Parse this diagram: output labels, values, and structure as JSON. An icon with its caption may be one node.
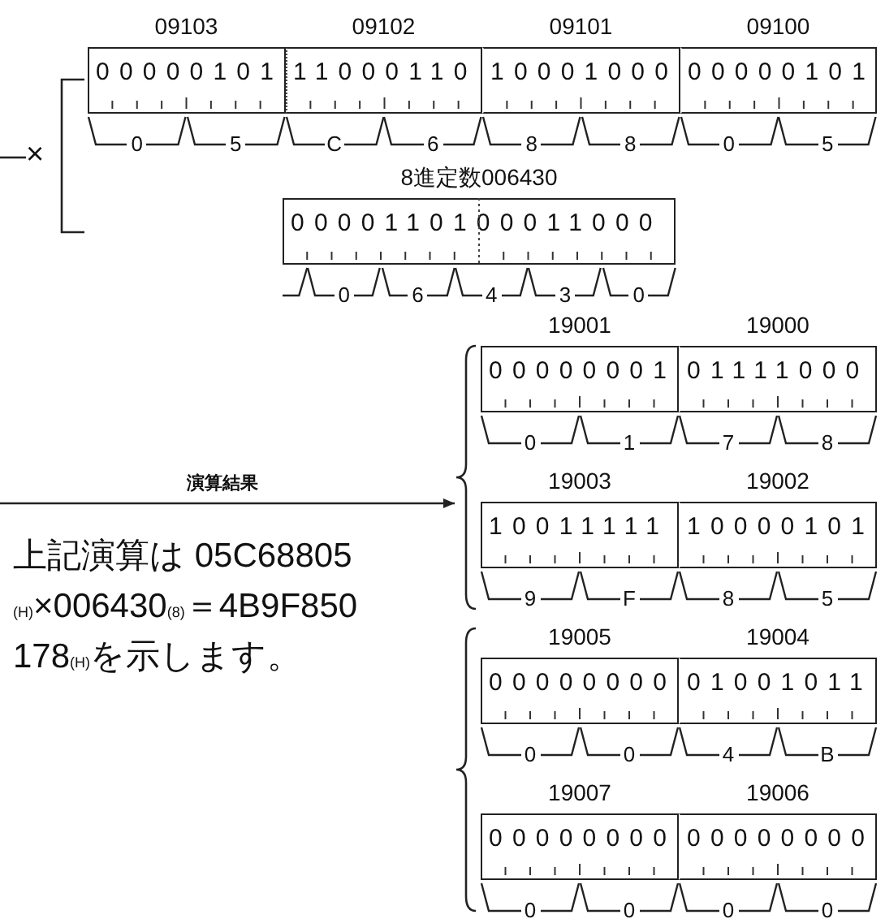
{
  "diagram": {
    "nodes": [
      {
        "text": [
          "09103",
          "00000101"
        ],
        "beside": [
          "0",
          "5"
        ]
      },
      {
        "text": [
          "09102",
          "11000110"
        ],
        "beside": [
          "C",
          "6"
        ]
      },
      {
        "text": [
          "09101",
          "10001000"
        ],
        "beside": [
          "8",
          "8"
        ]
      },
      {
        "text": [
          "09100",
          "00000101"
        ],
        "beside": [
          "0",
          "5"
        ]
      },
      {
        "text": [
          "8進定数006430",
          "0000110100011000"
        ],
        "beside": [
          "0",
          "6",
          "4",
          "3",
          "0"
        ]
      },
      {
        "text": [],
        "shape": "brace"
      },
      {
        "text": [],
        "shape": "brace"
      },
      {
        "text": [
          "19001",
          "00000001"
        ],
        "beside": [
          "0",
          "1"
        ]
      },
      {
        "text": [
          "19000",
          "01111000"
        ],
        "beside": [
          "7",
          "8"
        ]
      },
      {
        "text": [
          "19003",
          "10011111"
        ],
        "beside": [
          "9",
          "F"
        ]
      },
      {
        "text": [
          "19002",
          "10000101"
        ],
        "beside": [
          "8",
          "5"
        ]
      },
      {
        "text": [
          "19005",
          "00000000"
        ],
        "beside": [
          "0",
          "0"
        ]
      },
      {
        "text": [
          "19004",
          "01001011"
        ],
        "beside": [
          "4",
          "B"
        ]
      },
      {
        "text": [
          "19007",
          "00000000"
        ],
        "beside": [
          "0",
          "0"
        ]
      },
      {
        "text": [
          "19006",
          "00000000"
        ],
        "beside": [
          "0",
          "0"
        ]
      }
    ],
    "edges": [
      {
        "from": null,
        "to": 5,
        "arrow": "to",
        "label": "演算結果"
      }
    ],
    "labels": [
      "×",
      "上記演算は 05C68805$_{(H)}$×006430$_{(8)}$＝4B9F850178$_{(H)}$を示します。"
    ]
  }
}
